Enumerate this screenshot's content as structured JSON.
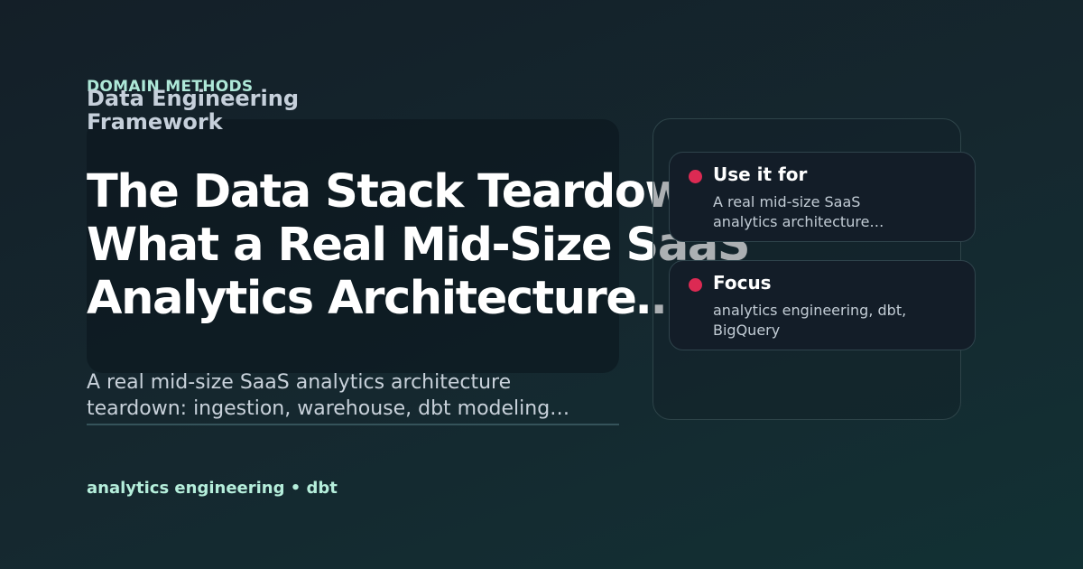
{
  "eyebrow": "DOMAIN METHODS",
  "framework": "Data Engineering Framework",
  "title": {
    "lines": [
      "The Data Stack Teardown:",
      "What a Real Mid-Size SaaS",
      "Analytics Architecture…"
    ]
  },
  "subtitle": {
    "lines": [
      "A real mid-size SaaS analytics architecture",
      "teardown: ingestion, warehouse, dbt modeling…"
    ]
  },
  "tags": "analytics engineering • dbt",
  "cards": [
    {
      "title": "Use it for",
      "body": [
        "A real mid-size SaaS",
        "analytics architecture…"
      ]
    },
    {
      "title": "Focus",
      "body": [
        "analytics engineering, dbt,",
        "BigQuery"
      ]
    }
  ],
  "colors": {
    "accent_dot": "#dc2a53",
    "eyebrow": "#aee8d8",
    "tags": "#b5eedb"
  }
}
